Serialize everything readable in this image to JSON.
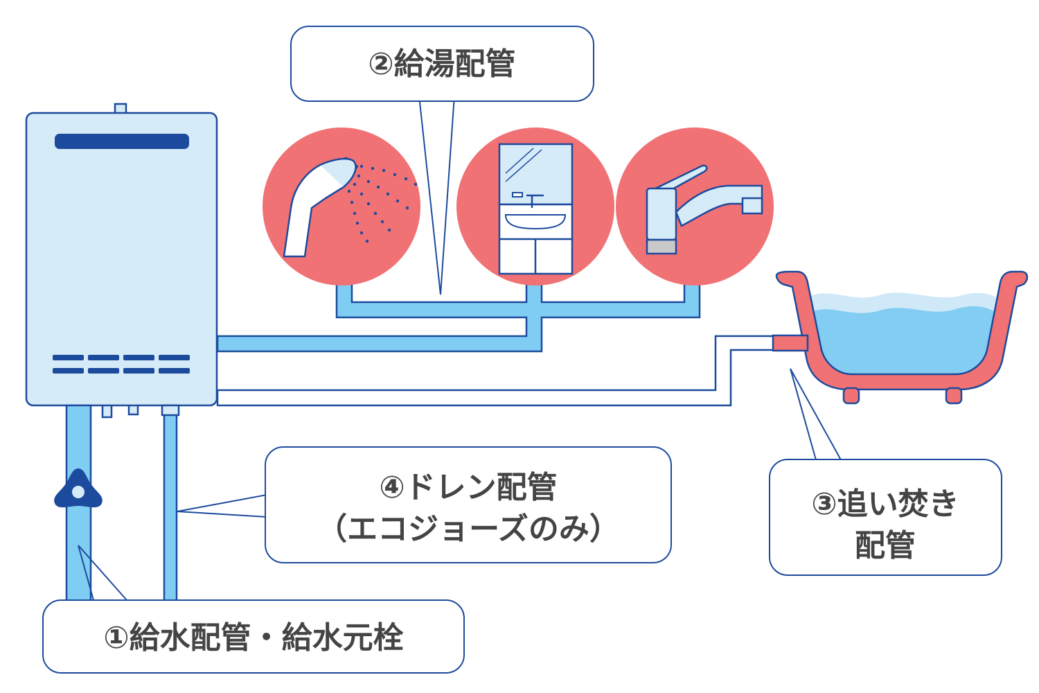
{
  "labels": {
    "water_supply": "①給水配管・給水元栓",
    "hot_water": "②給湯配管",
    "reheat_line1": "③追い焚き",
    "reheat_line2": "配管",
    "drain_line1": "④ドレン配管",
    "drain_line2": "（エコジョーズのみ）"
  },
  "icons": {
    "water_heater": "water-heater-icon",
    "shower": "shower-head-icon",
    "washbasin": "washbasin-vanity-icon",
    "faucet": "kitchen-faucet-icon",
    "bathtub": "bathtub-icon",
    "valve": "water-valve-icon"
  },
  "colors": {
    "navy": "#1c4a9c",
    "pipe_blue": "#7fcdf3",
    "heater_body": "#d6ebf8",
    "fixture_circle": "#f07275",
    "water": "#84cdf2",
    "water_light": "#cfe9f8",
    "tub_red": "#f07275"
  }
}
